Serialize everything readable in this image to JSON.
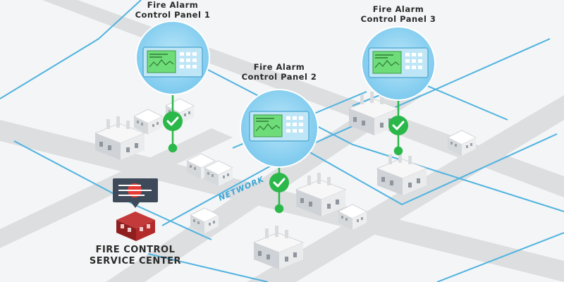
{
  "panels": [
    {
      "line1": "Fire Alarm",
      "line2": "Control Panel 1",
      "status_icon": "check-icon"
    },
    {
      "line1": "Fire Alarm",
      "line2": "Control Panel 2",
      "status_icon": "check-icon"
    },
    {
      "line1": "Fire Alarm",
      "line2": "Control Panel 3",
      "status_icon": "check-icon"
    }
  ],
  "network_label": "NETWORK",
  "service_center": {
    "line1": "FIRE CONTROL",
    "line2": "SERVICE CENTER"
  },
  "colors": {
    "road": "#dcdee0",
    "network_line": "#4fb3e0",
    "bubble": "#8fd3f2",
    "screen": "#6fdc7a",
    "status_ok": "#2bb84a",
    "building": "#e6e8ea",
    "service_center": "#b32a2a",
    "monitor": "#3e4a5a",
    "alert": "#e53935"
  }
}
